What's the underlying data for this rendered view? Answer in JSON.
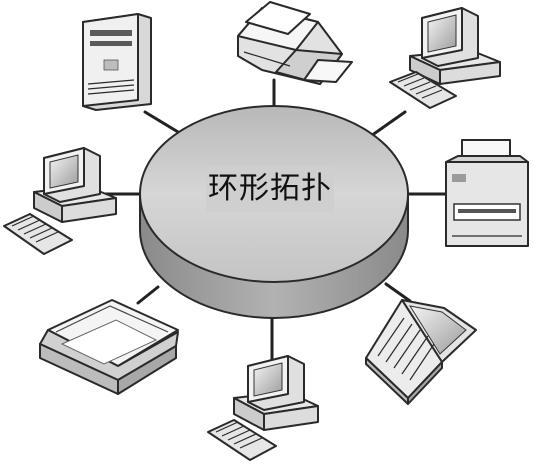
{
  "diagram": {
    "title": "环形拓扑",
    "nodes": [
      {
        "type": "server",
        "icon": "server-tower-icon"
      },
      {
        "type": "printer",
        "icon": "laser-printer-icon"
      },
      {
        "type": "desktop-computer",
        "icon": "desktop-computer-icon"
      },
      {
        "type": "desktop-computer",
        "icon": "desktop-computer-icon"
      },
      {
        "type": "printer",
        "icon": "inkjet-printer-icon"
      },
      {
        "type": "scanner",
        "icon": "flatbed-scanner-icon"
      },
      {
        "type": "desktop-computer",
        "icon": "desktop-computer-icon"
      },
      {
        "type": "laptop",
        "icon": "laptop-icon"
      }
    ]
  },
  "colors": {
    "ring_top": "#c9c9c9",
    "ring_side": "#9a9a9a",
    "device_body": "#eeeeee",
    "outline": "#2a2a2a"
  }
}
